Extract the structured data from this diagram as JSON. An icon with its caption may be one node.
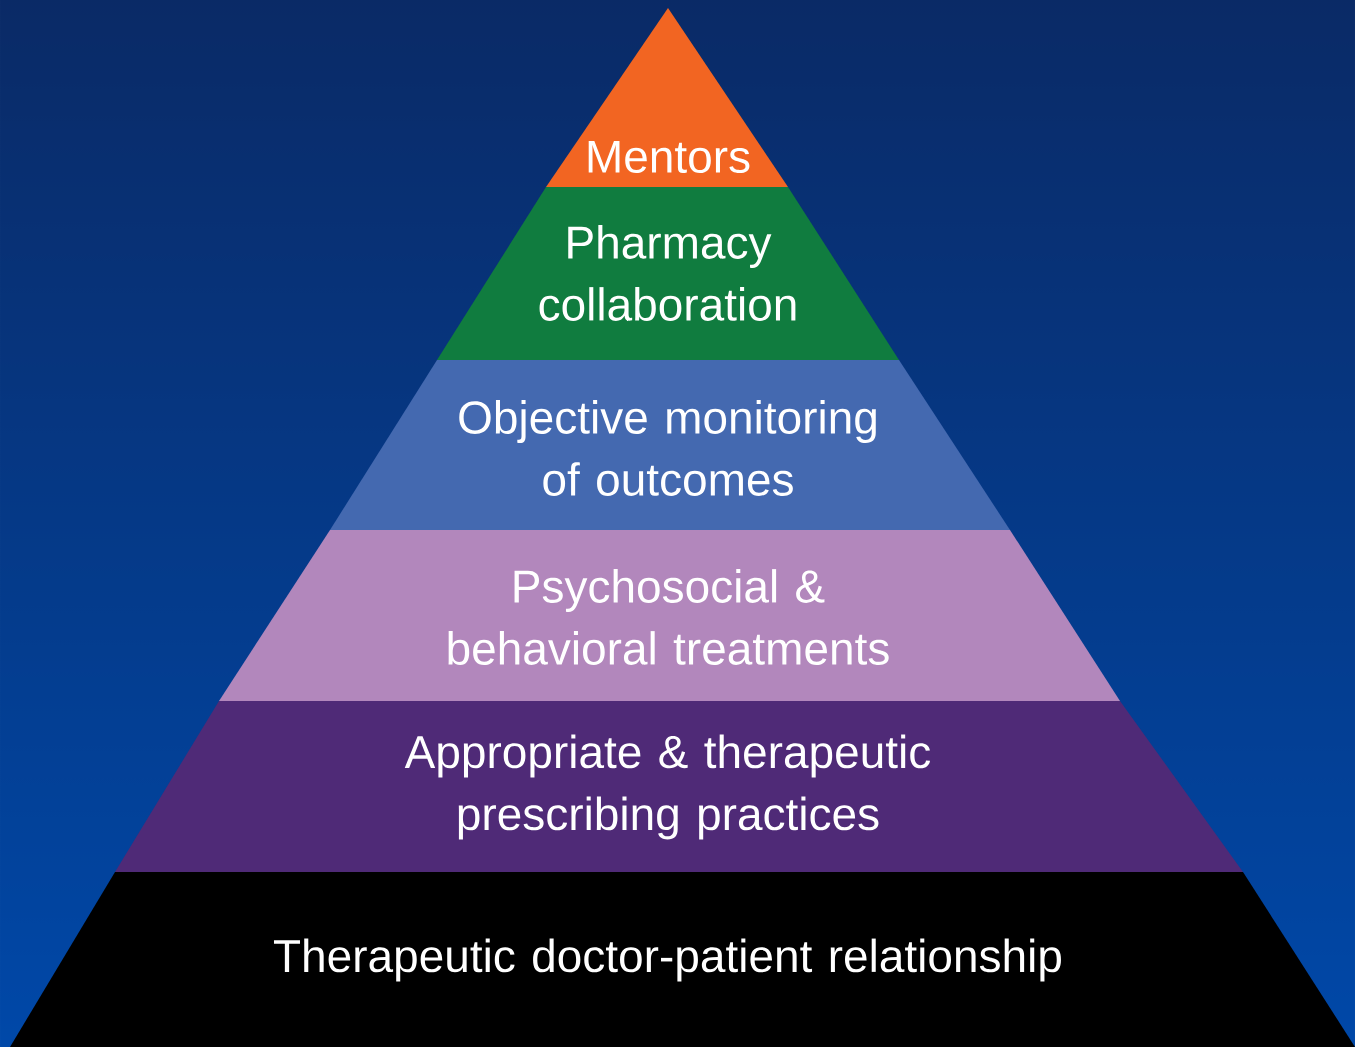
{
  "diagram": {
    "nodes": [
      {
        "text": [
          "Mentors"
        ]
      },
      {
        "text": [
          "Pharmacy collaboration"
        ]
      },
      {
        "text": [
          "Objective monitoring of outcomes"
        ]
      },
      {
        "text": [
          "Psychosocial & behavioral treatments"
        ]
      },
      {
        "text": [
          "Appropriate & therapeutic prescribing practices"
        ]
      },
      {
        "text": [
          "Therapeutic doctor-patient relationship"
        ]
      }
    ]
  }
}
